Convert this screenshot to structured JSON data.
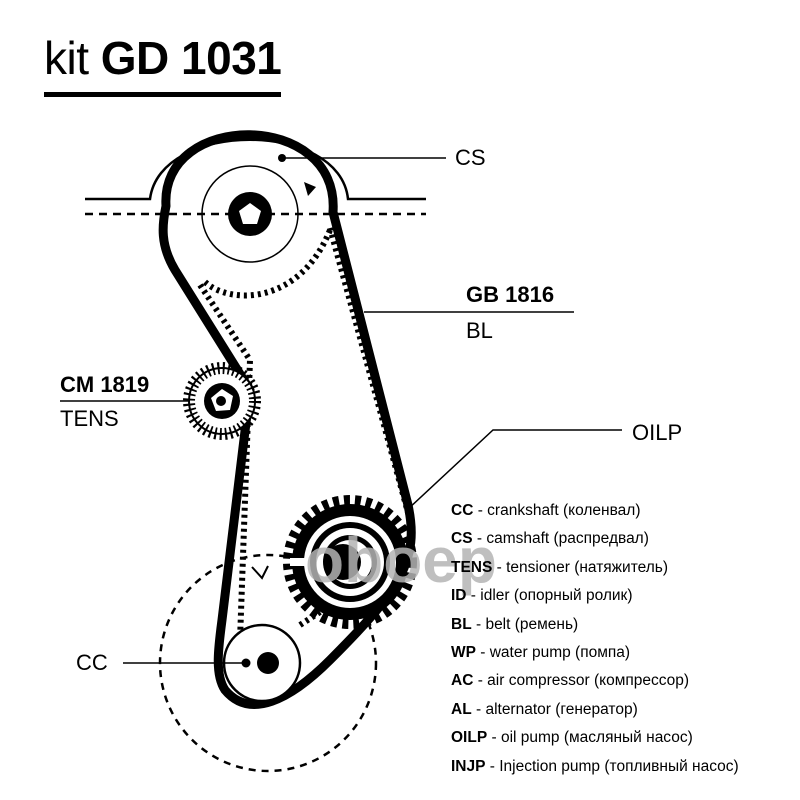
{
  "title": {
    "prefix": "kit",
    "code": "GD 1031"
  },
  "labels": {
    "cs": "CS",
    "belt_part": "GB 1816",
    "belt_abbr": "BL",
    "tensioner_part": "CM 1819",
    "tensioner_abbr": "TENS",
    "oil_pump": "OILP",
    "crankshaft": "CC"
  },
  "legend": [
    {
      "abbr": "CC",
      "text": " - crankshaft (коленвал)"
    },
    {
      "abbr": "CS",
      "text": " - camshaft (распредвал)"
    },
    {
      "abbr": "TENS",
      "text": " - tensioner (натяжитель)"
    },
    {
      "abbr": "ID",
      "text": " - idler (опорный ролик)"
    },
    {
      "abbr": "BL",
      "text": " - belt (ремень)"
    },
    {
      "abbr": "WP",
      "text": " - water pump (помпа)"
    },
    {
      "abbr": "AC",
      "text": " - air compressor (компрессор)"
    },
    {
      "abbr": "AL",
      "text": " - alternator (генератор)"
    },
    {
      "abbr": "OILP",
      "text": " - oil pump (масляный насос)"
    },
    {
      "abbr": "INJP",
      "text": " - Injection pump (топливный насос)"
    }
  ],
  "watermark": "oboep",
  "colors": {
    "ink": "#000000",
    "watermark": "#b4b4b4"
  }
}
